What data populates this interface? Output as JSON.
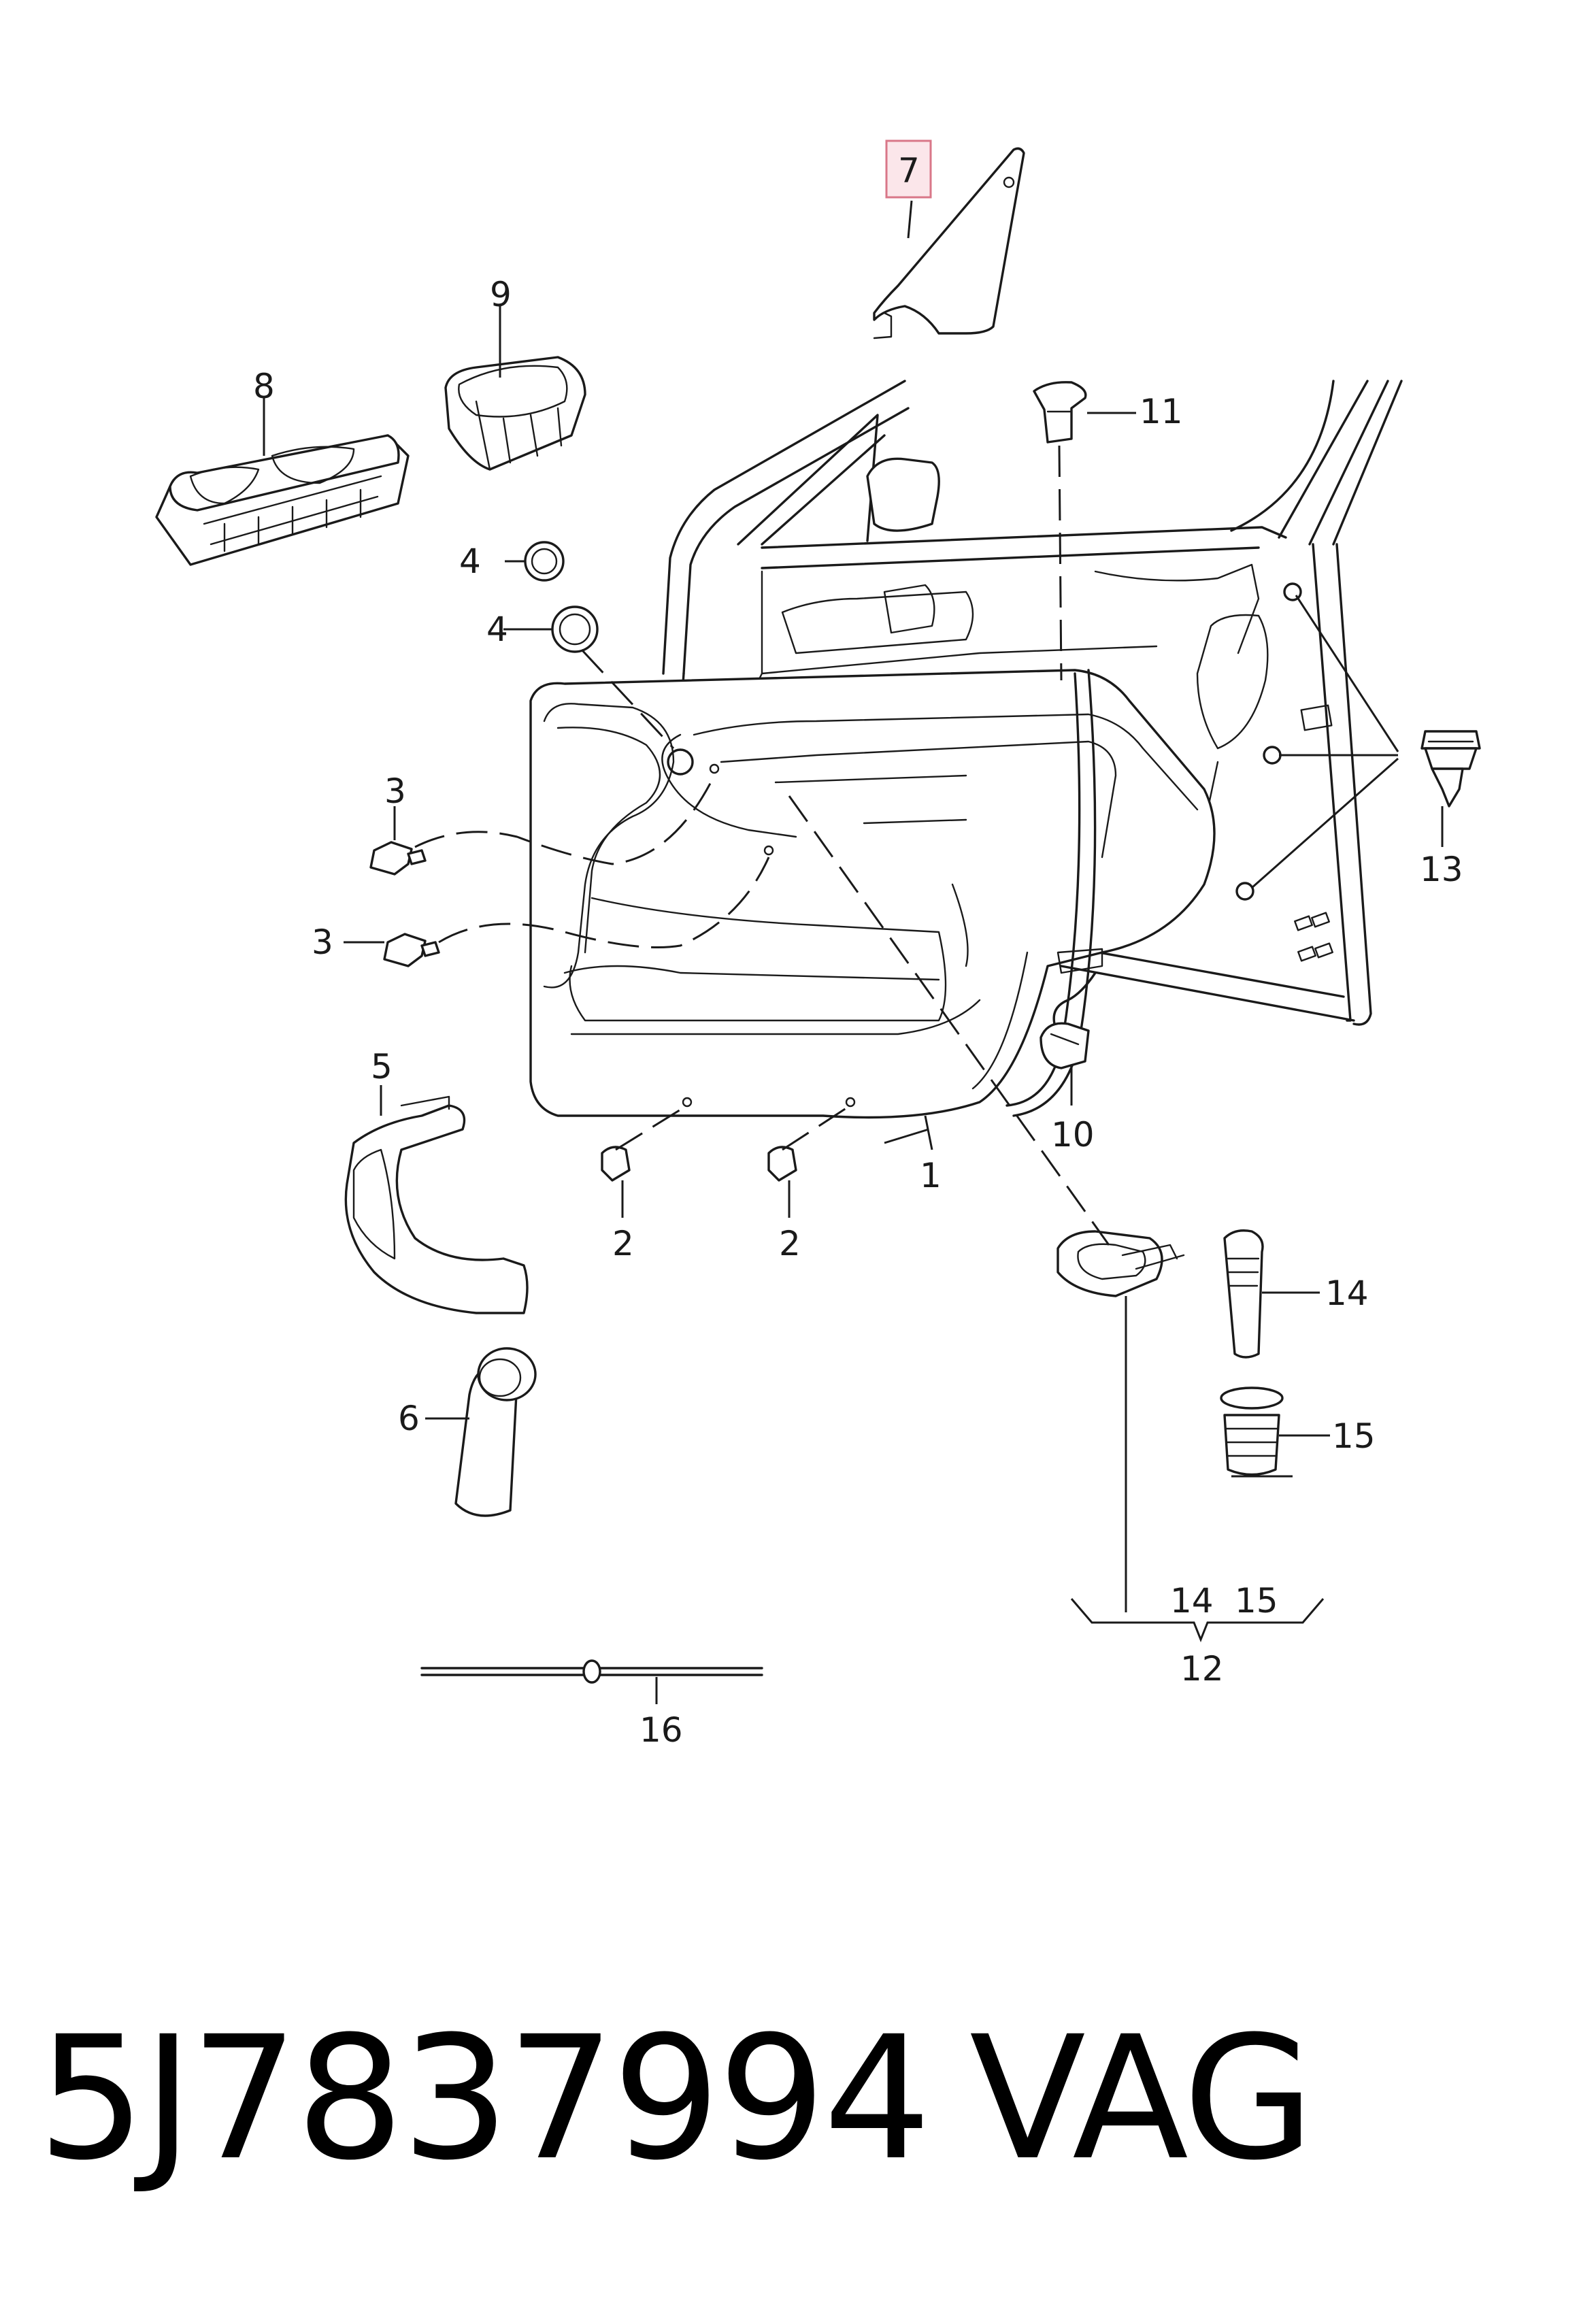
{
  "diagram": {
    "callouts": [
      "1",
      "2",
      "2",
      "3",
      "3",
      "4",
      "4",
      "5",
      "6",
      "7",
      "8",
      "9",
      "10",
      "11",
      "12",
      "13",
      "14",
      "14",
      "15",
      "15",
      "16"
    ],
    "highlighted_callout": "6",
    "highlight_color": "#d97788"
  },
  "footer": {
    "part_number": "5J7837994",
    "brand": "VAG"
  }
}
